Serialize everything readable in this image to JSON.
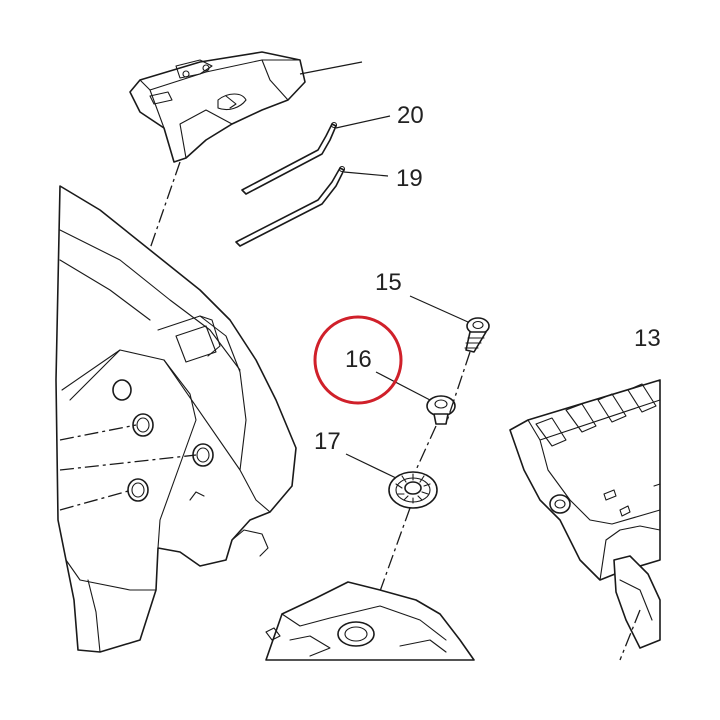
{
  "diagram": {
    "callouts": [
      {
        "id": "20",
        "label": "20"
      },
      {
        "id": "19",
        "label": "19"
      },
      {
        "id": "15",
        "label": "15"
      },
      {
        "id": "16",
        "label": "16"
      },
      {
        "id": "17",
        "label": "17"
      },
      {
        "id": "13",
        "label": "13"
      }
    ],
    "highlighted_callout": "16",
    "highlight_color": "#d0202a",
    "line_color": "#1a1a1a"
  }
}
